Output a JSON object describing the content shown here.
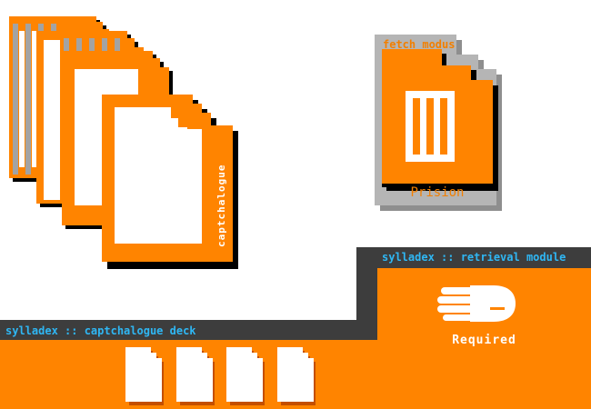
{
  "captchalogue": {
    "card_label": "captchalogue",
    "stack_count": 4
  },
  "fetch_modus": {
    "title": "fetch modus",
    "name": "Prision",
    "icon": "prison-bars-icon"
  },
  "deck": {
    "label": "sylladex :: captchalogue deck",
    "card_slots": 4
  },
  "retrieval": {
    "label": "sylladex :: retrieval module",
    "status": "Required",
    "icon": "hand-icon"
  },
  "colors": {
    "orange": "#ff8400",
    "dark_panel": "#3d3d3d",
    "label_blue": "#2fb7f4",
    "shadow": "#000000",
    "gray": "#9a9a9a"
  }
}
